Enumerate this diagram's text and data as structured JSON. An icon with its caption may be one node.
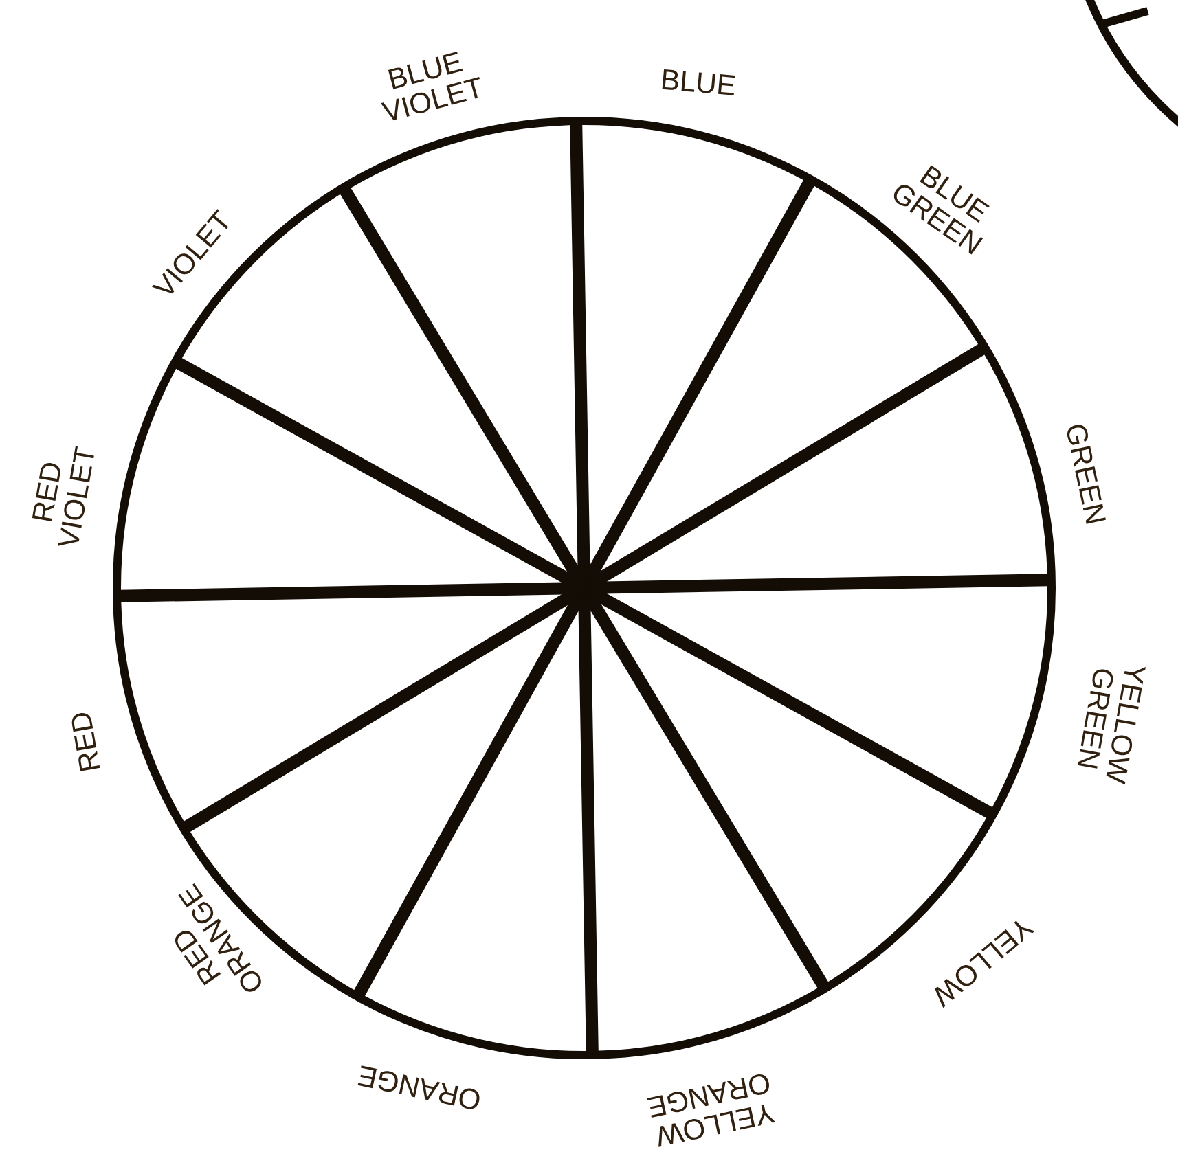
{
  "diagram": {
    "labels": [
      "BLUE VIOLET",
      "BLUE",
      "BLUE GREEN",
      "GREEN",
      "YELLOW GREEN",
      "YELLOW",
      "YELLOW ORANGE",
      "ORANGE",
      "RED ORANGE",
      "RED",
      "RED VIOLET",
      "VIOLET"
    ]
  }
}
